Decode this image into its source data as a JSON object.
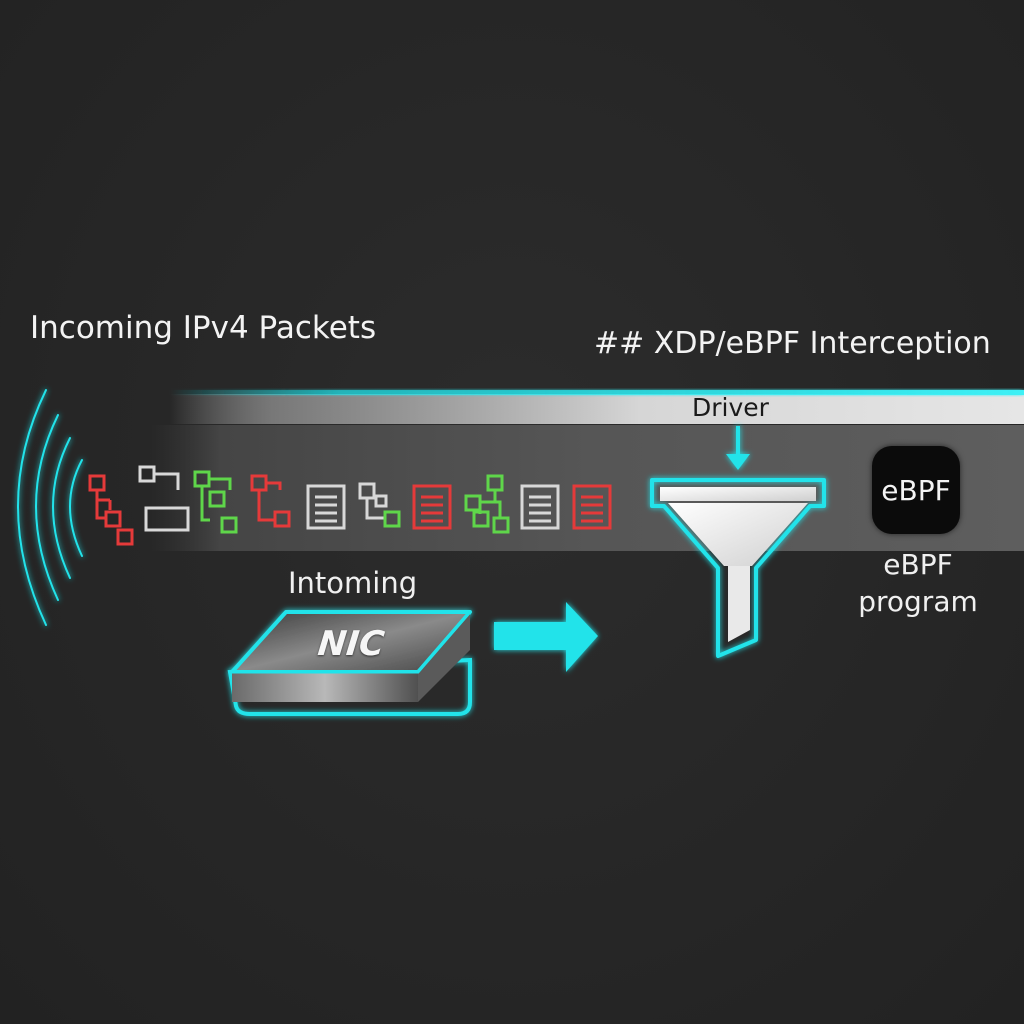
{
  "labels": {
    "incoming_title": "Incoming IPv4 Packets",
    "interception_title": "## XDP/eBPF Interception",
    "driver": "Driver",
    "intoming": "Intoming",
    "nic": "NIC",
    "ebpf_badge": "eBPF",
    "ebpf_program": "eBPF program"
  },
  "icons": {
    "signal": "signal-waves-icon",
    "arrow": "right-arrow-icon",
    "funnel": "funnel-filter-icon",
    "driver_arrow": "down-arrow-icon",
    "ebpf_badge_icon": "ebpf-badge-icon"
  },
  "packets": [
    {
      "kind": "tree",
      "color": "#e53a3a"
    },
    {
      "kind": "bar",
      "color": "#d8d8d8"
    },
    {
      "kind": "tree",
      "color": "#5fd64a"
    },
    {
      "kind": "tree",
      "color": "#e53a3a"
    },
    {
      "kind": "doc",
      "color": "#d8d8d8"
    },
    {
      "kind": "tree-mixed",
      "color": "#d8d8d8"
    },
    {
      "kind": "doc",
      "color": "#e53a3a"
    },
    {
      "kind": "tree",
      "color": "#5fd64a"
    },
    {
      "kind": "doc",
      "color": "#d8d8d8"
    },
    {
      "kind": "doc",
      "color": "#e53a3a"
    }
  ],
  "colors": {
    "background": "#272727",
    "accent_cyan": "#20e3ea",
    "packet_red": "#e53a3a",
    "packet_green": "#5fd64a",
    "packet_white": "#d8d8d8",
    "driver_bar": "#cfcfcf"
  }
}
